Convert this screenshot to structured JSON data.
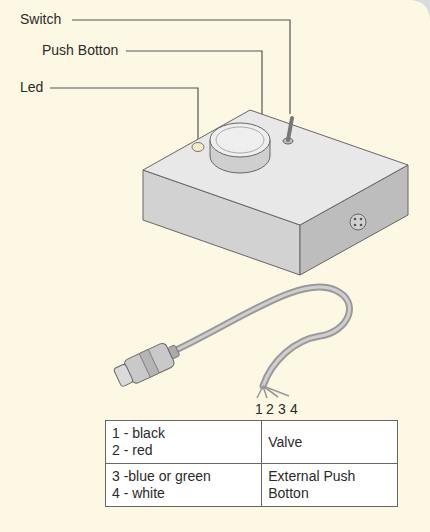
{
  "diagram": {
    "labels": [
      "Switch",
      "Push Botton",
      "Led",
      "1",
      "2",
      "3",
      "4",
      "1 - black",
      "2 - red",
      "Valve",
      "3 -blue or green",
      "4 - white",
      "External Push Botton"
    ]
  }
}
